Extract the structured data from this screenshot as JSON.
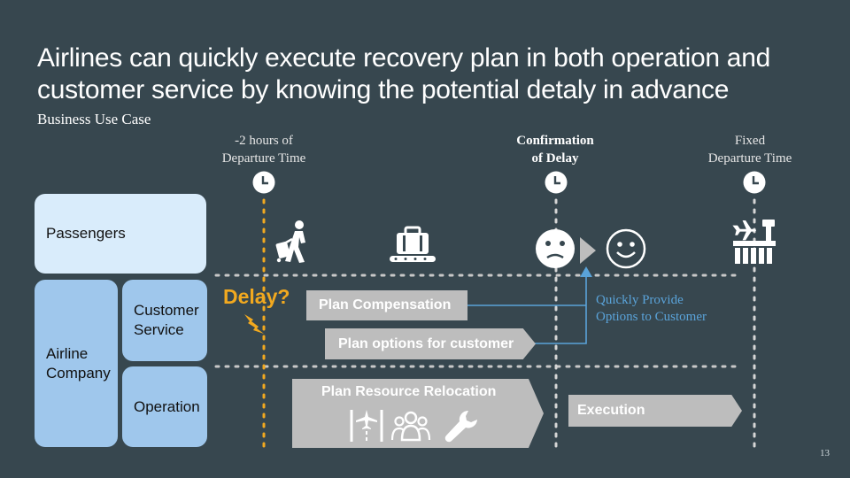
{
  "slide": {
    "title": "Airlines can quickly execute recovery plan in both operation and customer service by knowing the potential detaly in advance",
    "subtitle": "Business Use Case",
    "page_number": "13"
  },
  "timeline": {
    "minus2_line1": "-2 hours of",
    "minus2_line2": "Departure Time",
    "confirm_line1": "Confirmation",
    "confirm_line2": "of Delay",
    "fixed_line1": "Fixed",
    "fixed_line2": "Departure Time"
  },
  "rows": {
    "passengers": "Passengers",
    "airline_line1": "Airline",
    "airline_line2": "Company",
    "customer_service_line1": "Customer",
    "customer_service_line2": "Service",
    "operation": "Operation"
  },
  "actions": {
    "delay": "Delay?",
    "plan_compensation": "Plan Compensation",
    "plan_options": "Plan options for customer",
    "quick_line1": "Quickly Provide",
    "quick_line2": "Options to Customer",
    "resource_relocation": "Plan Resource Relocation",
    "execution": "Execution"
  },
  "icons": {
    "clock": "clock-icon",
    "walking": "walking-with-luggage-icon",
    "baggage": "baggage-conveyor-icon",
    "sad": "sad-face-icon",
    "happy": "happy-face-icon",
    "airport": "airport-tower-icon",
    "lightning": "lightning-icon",
    "runway": "runway-icon",
    "people": "people-group-icon",
    "wrench": "wrench-icon"
  },
  "colors": {
    "background": "#37474f",
    "delay": "#f2a91f",
    "link": "#5aa3d9",
    "arrow": "#bdbdbd",
    "passengers_box": "#d9ecfb",
    "airline_box": "#9fc7ec"
  }
}
